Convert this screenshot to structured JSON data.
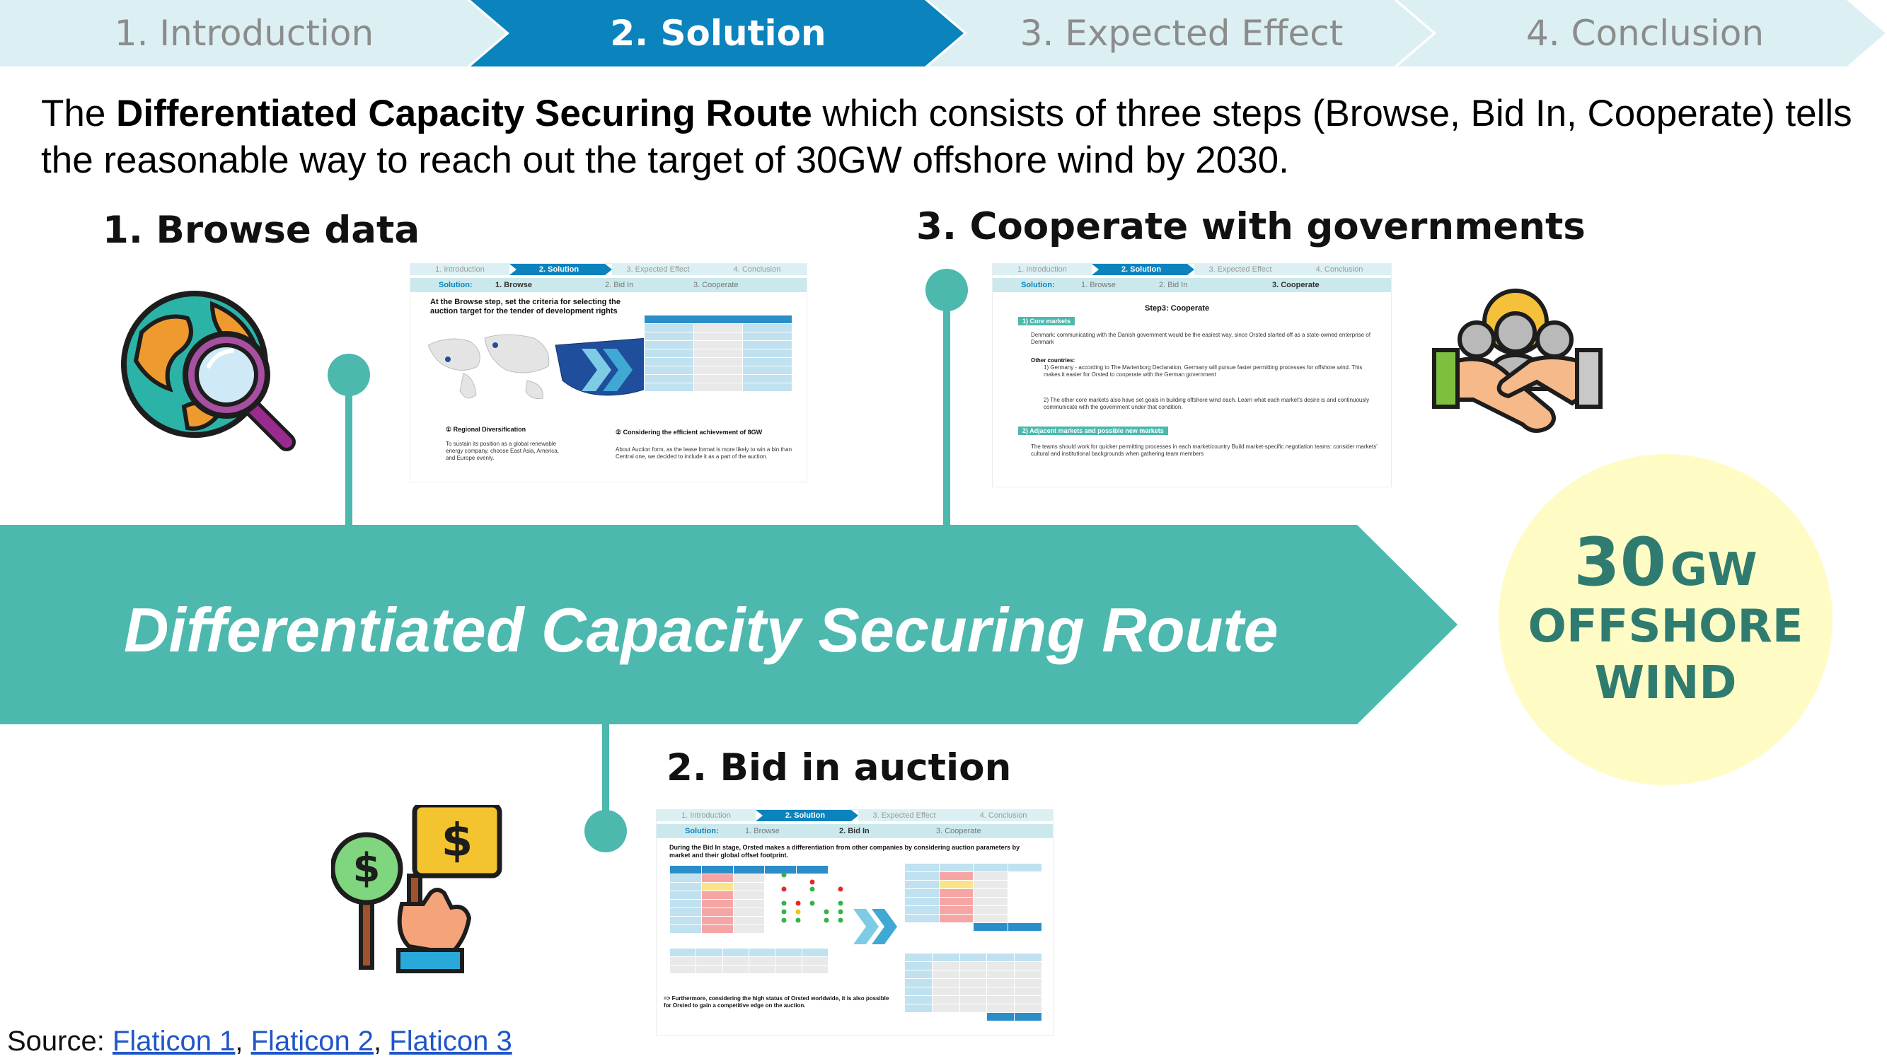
{
  "nav": {
    "tabs": [
      {
        "label": "1. Introduction",
        "active": false
      },
      {
        "label": "2. Solution",
        "active": true
      },
      {
        "label": "3. Expected Effect",
        "active": false
      },
      {
        "label": "4. Conclusion",
        "active": false
      }
    ]
  },
  "intro": {
    "prefix": "The ",
    "bold": "Differentiated Capacity Securing Route",
    "suffix": " which consists of three steps (Browse, Bid In, Cooperate) tells the reasonable way to reach out the target of 30GW offshore wind by 2030."
  },
  "steps": {
    "browse": {
      "title": "1. Browse data",
      "icon": "globe-magnifier-icon",
      "thumb": {
        "nav": [
          "1. Introduction",
          "2. Solution",
          "3. Expected Effect",
          "4. Conclusion"
        ],
        "sub_label": "Solution:",
        "sub_items": [
          "1. Browse",
          "2. Bid In",
          "3. Cooperate"
        ],
        "heading": "At the Browse step, set the criteria for selecting the auction target for the tender of development rights",
        "point1_title": "① Regional Diversification",
        "point1_body": "To sustain its position as a global renewable energy company, choose East Asia, America, and Europe evenly.",
        "point2_title": "② Considering the efficient achievement of 8GW",
        "point2_body": "About Auction form, as the lease format is more likely to win a bin than Central one, we decided to include it as a part of the auction."
      }
    },
    "bid": {
      "title": "2. Bid in auction",
      "icon": "auction-paddle-icon",
      "thumb": {
        "nav": [
          "1. Introduction",
          "2. Solution",
          "3. Expected Effect",
          "4. Conclusion"
        ],
        "sub_label": "Solution:",
        "sub_items": [
          "1. Browse",
          "2. Bid In",
          "3. Cooperate"
        ],
        "heading": "During the Bid In stage, Orsted makes a differentiation from other companies by considering auction parameters by market and their global offset footprint.",
        "footer": "=> Furthermore, considering the high status of Orsted worldwide, it is also possible for Orsted to gain a competitive edge on the auction."
      }
    },
    "cooperate": {
      "title": "3. Cooperate with governments",
      "icon": "handshake-people-icon",
      "thumb": {
        "nav": [
          "1. Introduction",
          "2. Solution",
          "3. Expected Effect",
          "4. Conclusion"
        ],
        "sub_label": "Solution:",
        "sub_items": [
          "1. Browse",
          "2. Bid In",
          "3. Cooperate"
        ],
        "heading": "Step3: Cooperate",
        "badge1": "1) Core markets",
        "denmark": "Denmark: communicating with the Danish government would be the easiest way, since Orsted started off as a state-owned enterprise of Denmark",
        "others_title": "Other countries:",
        "others_1": "1) Germany - according to The Marienborg Declaration, Germany will pursue faster permitting processes for offshore wind. This makes it easier for Orsted to cooperate with the German government",
        "others_2": "2) The other core markets also have set goals in building offshore wind each. Learn what each market's desire is and continuously communicate with the government under that condition.",
        "badge2": "2) Adjacent markets and possible new markets",
        "adjacent": "The teams should work for quicker permitting processes in each market/country Build market-specific negotiation teams: consider markets' cultural and institutional backgrounds when gathering team members"
      }
    }
  },
  "route": {
    "label": "Differentiated Capacity Securing Route"
  },
  "target": {
    "value": "30",
    "unit": "GW",
    "line1": "OFFSHORE",
    "line2": "WIND"
  },
  "source": {
    "label": "Source: ",
    "links": [
      "Flaticon 1",
      "Flaticon 2",
      "Flaticon 3"
    ]
  },
  "colors": {
    "teal": "#4cb8ae",
    "nav_light": "#dcf0f3",
    "nav_active": "#0b83bd",
    "target_bg": "#fefcc4",
    "target_text": "#2f7b70"
  }
}
